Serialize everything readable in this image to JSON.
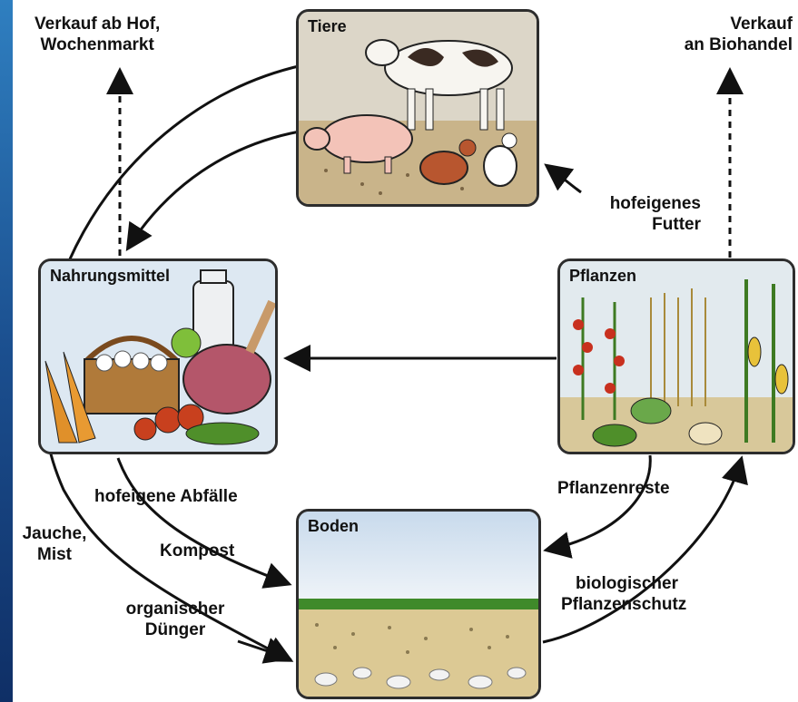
{
  "boxes": {
    "tiere": "Tiere",
    "nahrungsmittel": "Nahrungsmittel",
    "pflanzen": "Pflanzen",
    "boden": "Boden"
  },
  "labels": {
    "verkauf_hof_line1": "Verkauf ab Hof,",
    "verkauf_hof_line2": "Wochenmarkt",
    "verkauf_bio_line1": "Verkauf",
    "verkauf_bio_line2": "an Biohandel",
    "futter_line1": "hofeigenes",
    "futter_line2": "Futter",
    "abfaelle": "hofeigene Abfälle",
    "pflanzenreste": "Pflanzenreste",
    "jauche_line1": "Jauche,",
    "jauche_line2": "Mist",
    "kompost": "Kompost",
    "duenger_line1": "organischer",
    "duenger_line2": "Dünger",
    "schutz_line1": "biologischer",
    "schutz_line2": "Pflanzenschutz"
  },
  "colors": {
    "border_blue": "#1a4a86",
    "sky": "#dfe9f3",
    "earth": "#d9c99a",
    "arrow": "#111111"
  }
}
